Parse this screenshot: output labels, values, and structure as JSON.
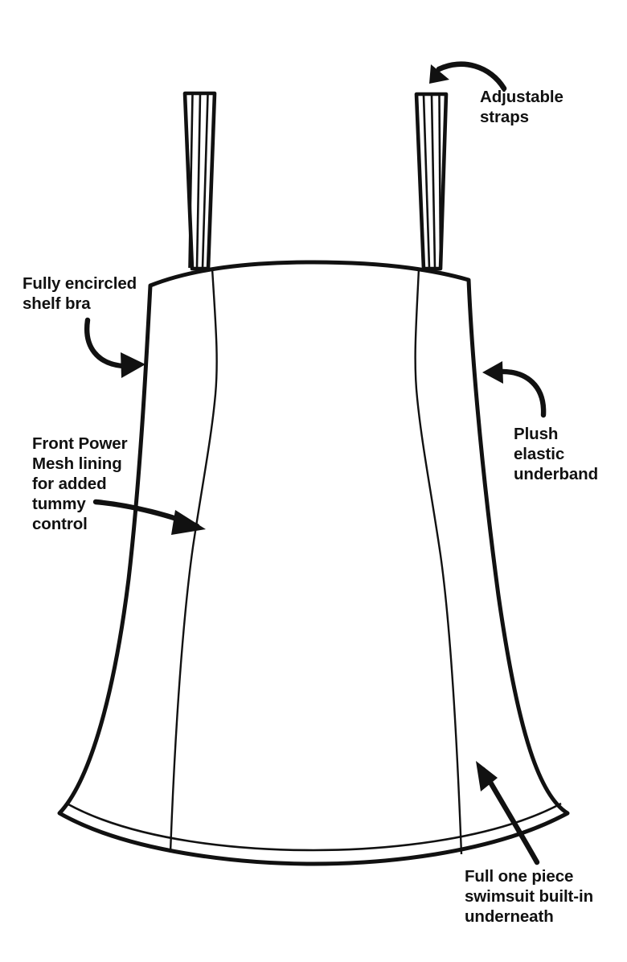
{
  "diagram": {
    "subject": "one-piece swim dress technical flat sketch",
    "background_color": "#ffffff",
    "line_color": "#111111",
    "text_color": "#111111",
    "callouts": [
      {
        "id": "adjustable-straps",
        "text": "Adjustable\nstraps",
        "arrow": "curved-arrow-left"
      },
      {
        "id": "shelf-bra",
        "text": "Fully encircled\nshelf bra",
        "arrow": "curved-arrow-right"
      },
      {
        "id": "power-mesh",
        "text": "Front Power\nMesh lining\nfor added\ntummy\ncontrol",
        "arrow": "straight-arrow-right"
      },
      {
        "id": "underband",
        "text": "Plush\nelastic\nunderband",
        "arrow": "curved-arrow-left"
      },
      {
        "id": "one-piece",
        "text": "Full one piece\nswimsuit built-in\nunderneath",
        "arrow": "straight-arrow-up-left"
      }
    ],
    "garment_parts": [
      "left-strap",
      "right-strap",
      "bodice",
      "skirt",
      "left-princess-seam",
      "right-princess-seam",
      "hem-band"
    ]
  }
}
